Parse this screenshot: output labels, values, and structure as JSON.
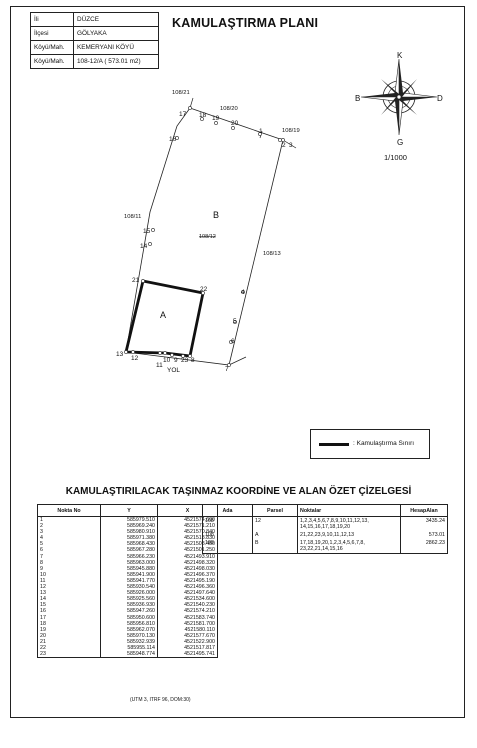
{
  "info_box": [
    {
      "key": "İli",
      "value": "DÜZCE"
    },
    {
      "key": "İlçesi",
      "value": "GÖLYAKA"
    },
    {
      "key": "Köyü/Mah.",
      "value": "KEMERYANI KÖYÜ"
    },
    {
      "key": "Köyü/Mah.",
      "value": "108-12/A ( 573.01 m2)"
    }
  ],
  "title": "KAMULAŞTIRMA PLANI",
  "compass": {
    "n": "K",
    "s": "G",
    "e": "D",
    "w": "B"
  },
  "scale": "1/1000",
  "plan": {
    "parcel_labels": {
      "a": "A",
      "b": "B",
      "b_sub": "108/12"
    },
    "neighbors": {
      "n1": "108/21",
      "n2": "108/20",
      "ne": "108/19",
      "w": "108/11",
      "e": "108/13"
    },
    "road": "YOL",
    "points": {
      "p1": "1",
      "p2": "2",
      "p3": "3",
      "p4": "4",
      "p5": "5",
      "p6": "6",
      "p7": "7",
      "p8": "8",
      "p9": "9",
      "p10": "10",
      "p11": "11",
      "p12": "12",
      "p13": "13",
      "p14": "14",
      "p15": "15",
      "p16": "16",
      "p17": "17",
      "p18": "18",
      "p19": "19",
      "p20": "20",
      "p21": "21",
      "p22": "22",
      "p23": "23"
    }
  },
  "legend": {
    "label": ": Kamulaştırma Sınırı"
  },
  "table_title": "KAMULAŞTIRILACAK TAŞINMAZ KOORDİNE VE ALAN ÖZET ÇİZELGESİ",
  "coord_table": {
    "headers": [
      "Nokta  No",
      "Y",
      "X"
    ],
    "rows": [
      [
        "1",
        "585979.510",
        "4521574.600"
      ],
      [
        "2",
        "585969.240",
        "4521571.210"
      ],
      [
        "3",
        "585980.910",
        "4521570.840"
      ],
      [
        "4",
        "585971.380",
        "4521518.830"
      ],
      [
        "5",
        "585968.430",
        "4521508.450"
      ],
      [
        "6",
        "585967.280",
        "4521501.250"
      ],
      [
        "7",
        "585966.230",
        "4521493.910"
      ],
      [
        "8",
        "585963.000",
        "4521498.320"
      ],
      [
        "9",
        "585945.880",
        "4521498.030"
      ],
      [
        "10",
        "585941.900",
        "4521496.370"
      ],
      [
        "11",
        "585941.770",
        "4521495.190"
      ],
      [
        "12",
        "585930.540",
        "4521496.360"
      ],
      [
        "13",
        "585926.000",
        "4521497.640"
      ],
      [
        "14",
        "585925.560",
        "4521534.600"
      ],
      [
        "15",
        "585936.930",
        "4521540.230"
      ],
      [
        "16",
        "585947.260",
        "4521574.210"
      ],
      [
        "17",
        "585950.600",
        "4521583.740"
      ],
      [
        "18",
        "585956.810",
        "4521581.700"
      ],
      [
        "19",
        "585962.070",
        "4521580.110"
      ],
      [
        "20",
        "585970.130",
        "4521577.670"
      ],
      [
        "21",
        "585932.939",
        "4521522.900"
      ],
      [
        "22",
        "585955.114",
        "4521517.817"
      ],
      [
        "23",
        "585948.774",
        "4521495.741"
      ]
    ],
    "note": "(UTM 3, ITRF 96, DOM:30)"
  },
  "area_table": {
    "headers": [
      "Ada",
      "Parsel",
      "Noktalar",
      "HesapAlan"
    ],
    "rows": [
      [
        "108",
        "12",
        "1,2,3,4,5,6,7,8,9,10,11,12,13, 14,15,16,17,18,19,20",
        "3435.24"
      ],
      [
        "108",
        "A",
        "21,22,23,9,10,11,12,13",
        "573.01"
      ],
      [
        "108",
        "B",
        "17,18,19,20,1,2,3,4,5,6,7,8, 23,22,21,14,15,16",
        "2862.23"
      ]
    ]
  }
}
